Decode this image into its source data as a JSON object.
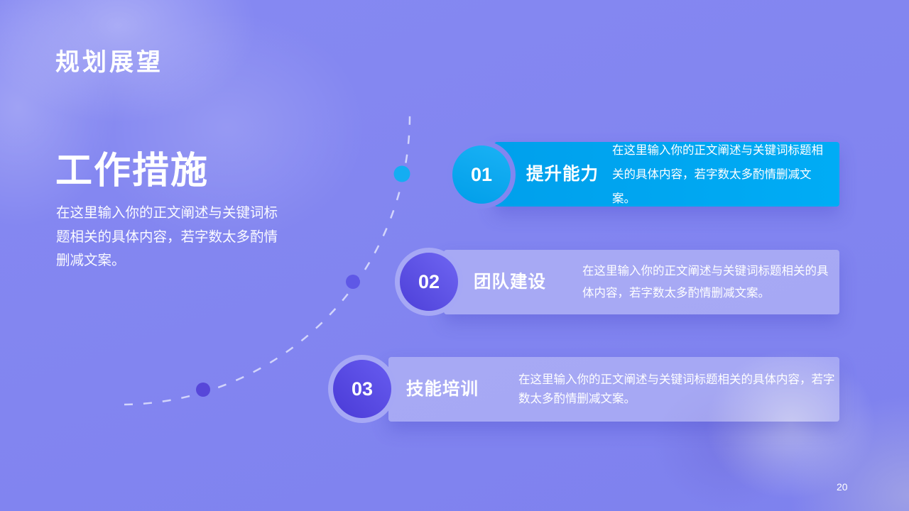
{
  "slide": {
    "kicker": "规划展望",
    "heading": "工作措施",
    "body": "在这里输入你的正文阐述与关键词标题相关的具体内容，若字数太多酌情删减文案。",
    "page_number": "20"
  },
  "steps": [
    {
      "number": "01",
      "title": "提升能力",
      "description": "在这里输入你的正文阐述与关键词标题相关的具体内容，若字数太多酌情删减文案。"
    },
    {
      "number": "02",
      "title": "团队建设",
      "description": "在这里输入你的正文阐述与关键词标题相关的具体内容，若字数太多酌情删减文案。"
    },
    {
      "number": "03",
      "title": "技能培训",
      "description": "在这里输入你的正文阐述与关键词标题相关的具体内容，若字数太多酌情删减文案。"
    }
  ],
  "colors": {
    "background": "#8184f0",
    "accent_cyan": "#00a8f2",
    "accent_indigo_step2": "#5b4fe4",
    "accent_indigo_step3": "#5546e0",
    "light_bar": "rgba(255,255,255,0.30)",
    "dashed_line": "rgba(245,246,255,0.70)"
  }
}
